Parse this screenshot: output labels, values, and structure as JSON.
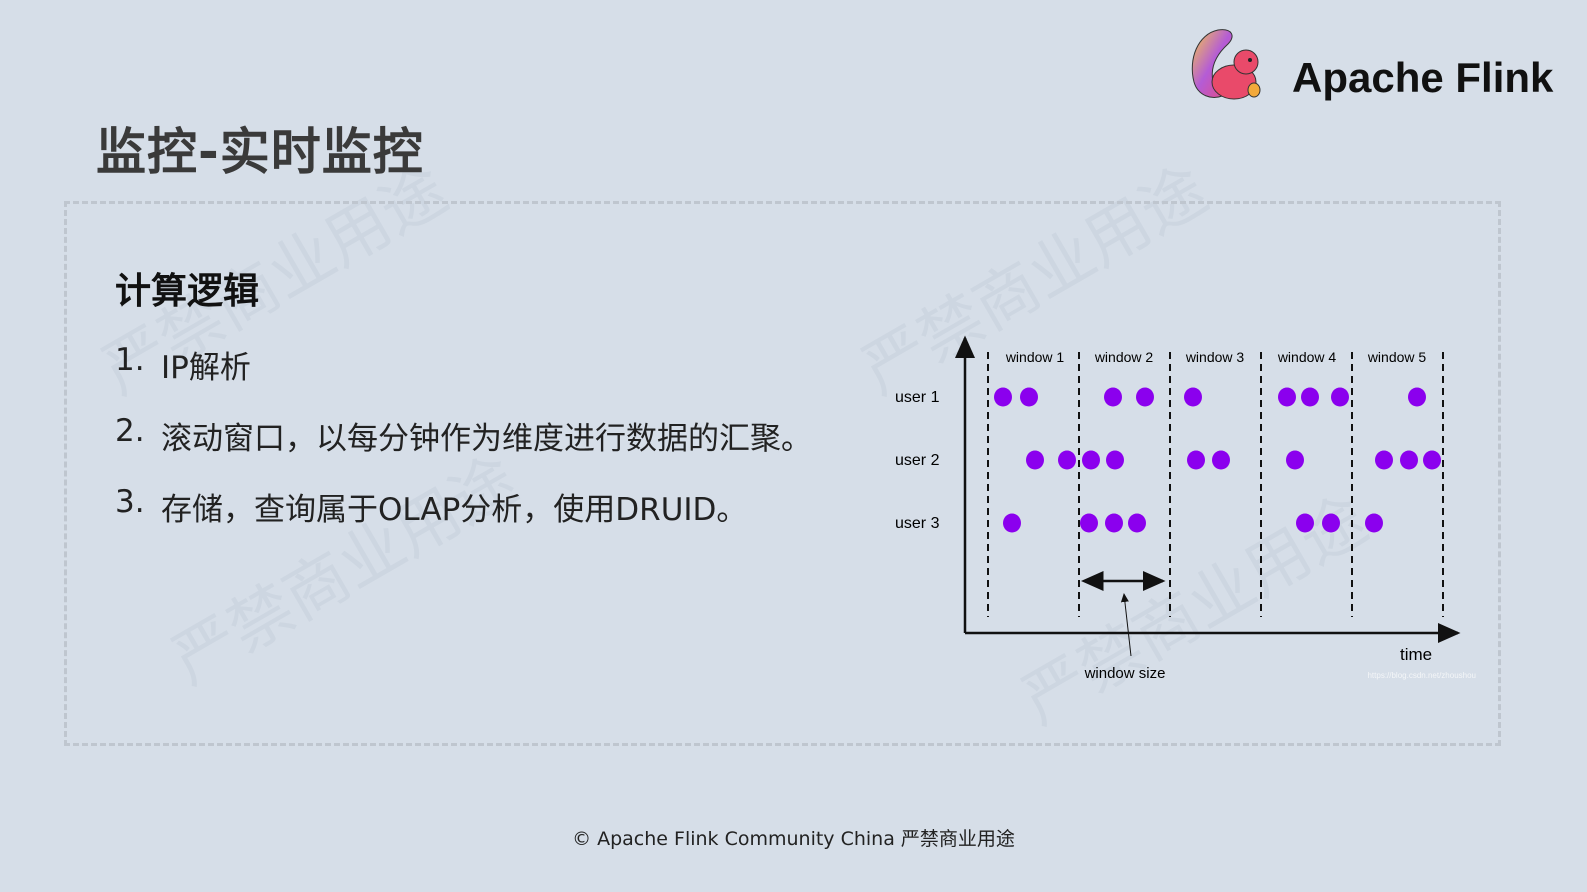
{
  "header": {
    "title": "监控-实时监控",
    "logo_text": "Apache Flink"
  },
  "content": {
    "heading": "计算逻辑",
    "items": [
      {
        "num": "1.",
        "text": "IP解析"
      },
      {
        "num": "2.",
        "text": "滚动窗口，以每分钟作为维度进行数据的汇聚。"
      },
      {
        "num": "3.",
        "text": "存储，查询属于OLAP分析，使用DRUID。"
      }
    ]
  },
  "diagram": {
    "windows": [
      "window 1",
      "window 2",
      "window 3",
      "window 4",
      "window 5"
    ],
    "users": [
      "user 1",
      "user 2",
      "user 3"
    ],
    "x_label": "time",
    "window_size_label": "window size",
    "source_url": "https://blog.csdn.net/zhoushou",
    "dot_color": "#8b00ee"
  },
  "watermark": "严禁商业用途",
  "footer": "© Apache Flink Community China  严禁商业用途"
}
